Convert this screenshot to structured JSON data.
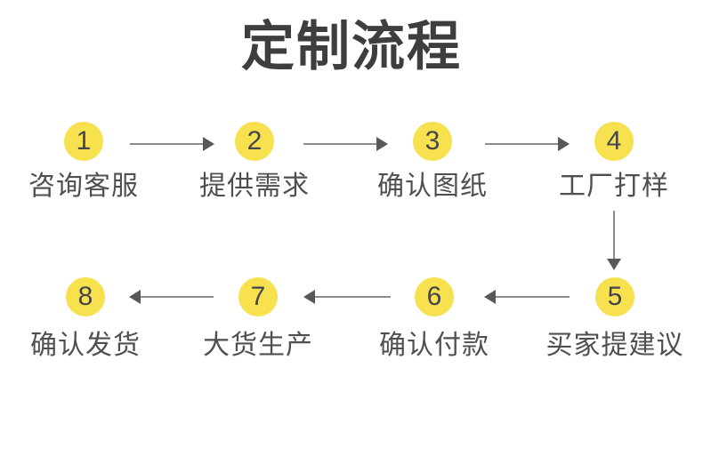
{
  "title": "定制流程",
  "colors": {
    "circle": "#F8E14F",
    "number": "#45454C",
    "label": "#4F4F4F",
    "arrow_line": "#8C8C8C",
    "arrow_head": "#58585A",
    "title_color": "#3E3E3E",
    "background": "#FFFFFF"
  },
  "steps": [
    {
      "number": "1",
      "label": "咨询客服"
    },
    {
      "number": "2",
      "label": "提供需求"
    },
    {
      "number": "3",
      "label": "确认图纸"
    },
    {
      "number": "4",
      "label": "工厂打样"
    },
    {
      "number": "5",
      "label": "买家提建议"
    },
    {
      "number": "6",
      "label": "确认付款"
    },
    {
      "number": "7",
      "label": "大货生产"
    },
    {
      "number": "8",
      "label": "确认发货"
    }
  ]
}
